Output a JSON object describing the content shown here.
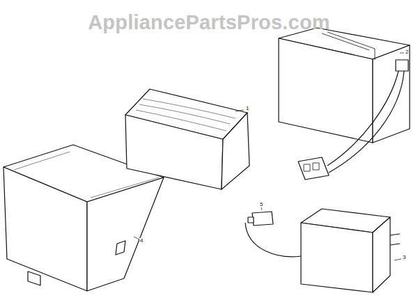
{
  "diagram": {
    "labels": [
      "AppliancePartsPros.com",
      "1",
      "2",
      "3",
      "4",
      "5"
    ]
  }
}
